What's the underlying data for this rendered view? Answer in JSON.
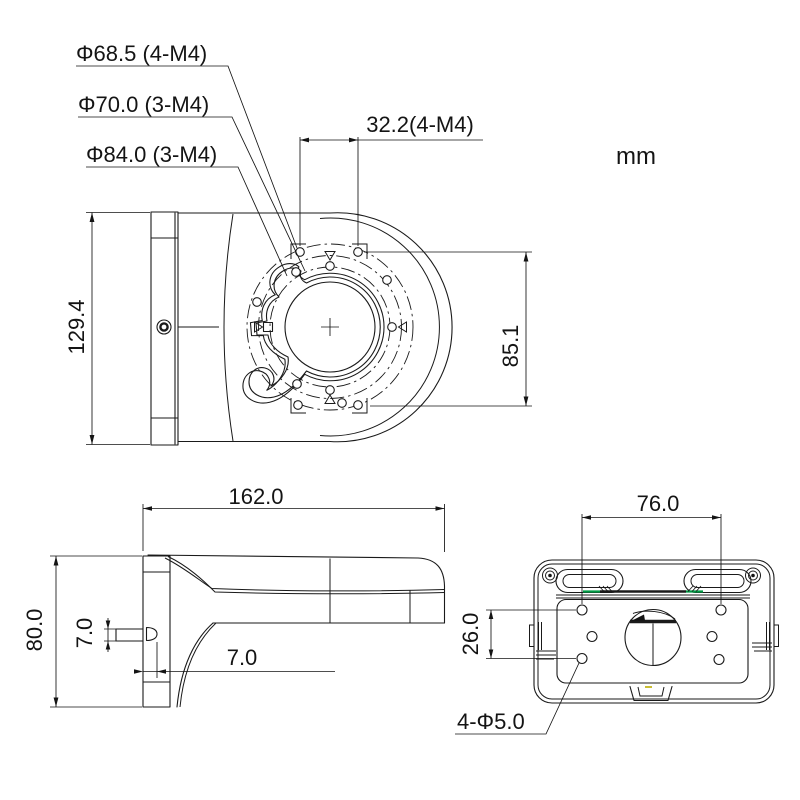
{
  "drawing": {
    "units_label": "mm",
    "top_view": {
      "callout_1": "Φ68.5 (4-M4)",
      "callout_2": "Φ70.0 (3-M4)",
      "callout_3": "Φ84.0 (3-M4)",
      "dim_top_hole_spacing": "32.2(4-M4)",
      "dim_overall_height": "129.4",
      "dim_side_hole_spacing": "85.1"
    },
    "side_view": {
      "dim_arm_length": "162.0",
      "dim_plate_height": "80.0",
      "dim_pin_thickness": "7.0",
      "dim_pin_offset": "7.0"
    },
    "back_view": {
      "dim_hole_spacing_horizontal": "76.0",
      "dim_hole_spacing_vertical": "26.0",
      "callout_mount_holes": "4-Φ5.0"
    },
    "colors": {
      "line": "#1a1a1a",
      "accent_green": "#009a44",
      "accent_yellow": "#bcae00"
    }
  }
}
